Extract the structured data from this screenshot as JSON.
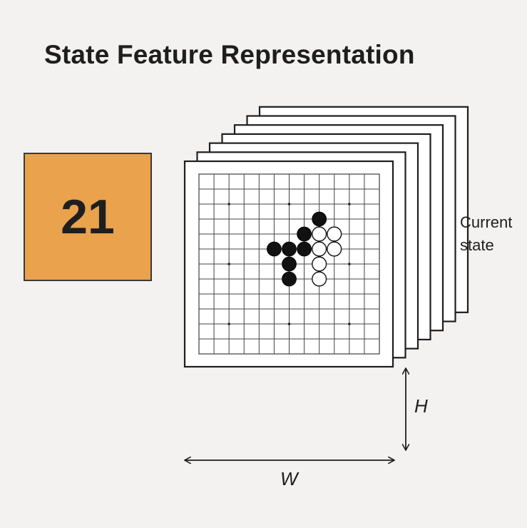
{
  "title": "State Feature Representation",
  "feature_count": "21",
  "stack_label": "Current\nstate",
  "dimension_labels": {
    "height": "H",
    "width": "W"
  },
  "board": {
    "lines": 13,
    "star_points": [
      [
        2,
        2
      ],
      [
        2,
        6
      ],
      [
        2,
        10
      ],
      [
        6,
        2
      ],
      [
        6,
        6
      ],
      [
        6,
        10
      ],
      [
        10,
        2
      ],
      [
        10,
        6
      ],
      [
        10,
        10
      ]
    ],
    "black_stones": [
      [
        3,
        8
      ],
      [
        4,
        7
      ],
      [
        5,
        5
      ],
      [
        5,
        6
      ],
      [
        5,
        7
      ],
      [
        6,
        6
      ],
      [
        7,
        6
      ]
    ],
    "white_stones": [
      [
        4,
        8
      ],
      [
        4,
        9
      ],
      [
        5,
        8
      ],
      [
        5,
        9
      ],
      [
        6,
        8
      ],
      [
        7,
        8
      ]
    ],
    "colors": {
      "stone_black": "#111111",
      "stone_white": "#ffffff",
      "grid": "#444444"
    }
  },
  "colors": {
    "feature_box": "#eaa24c",
    "background": "#f3f2f0"
  }
}
